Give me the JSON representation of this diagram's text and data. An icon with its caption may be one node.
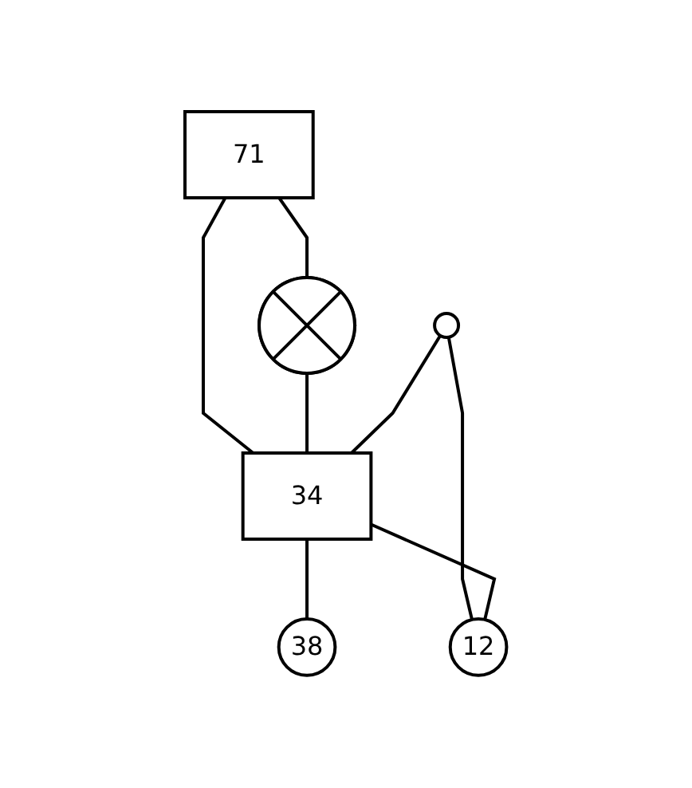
{
  "diagram": {
    "nodes": [
      {
        "text": [
          "71"
        ]
      },
      {
        "text": [],
        "shape": "circle"
      },
      {
        "text": [
          "34"
        ]
      },
      {
        "text": [],
        "shape": "circle"
      },
      {
        "text": [
          "38"
        ]
      },
      {
        "text": [
          "12"
        ]
      }
    ],
    "edges": [
      {
        "from": 0,
        "to": 2,
        "arrow": "none"
      },
      {
        "from": 1,
        "to": 2,
        "arrow": "none"
      },
      {
        "from": 0,
        "to": 1,
        "arrow": "none"
      },
      {
        "from": 3,
        "to": 2,
        "arrow": "none"
      },
      {
        "from": 2,
        "to": 4,
        "arrow": "none"
      },
      {
        "from": 3,
        "to": 5,
        "arrow": "none"
      },
      {
        "from": 2,
        "to": 5,
        "arrow": "none"
      }
    ]
  }
}
